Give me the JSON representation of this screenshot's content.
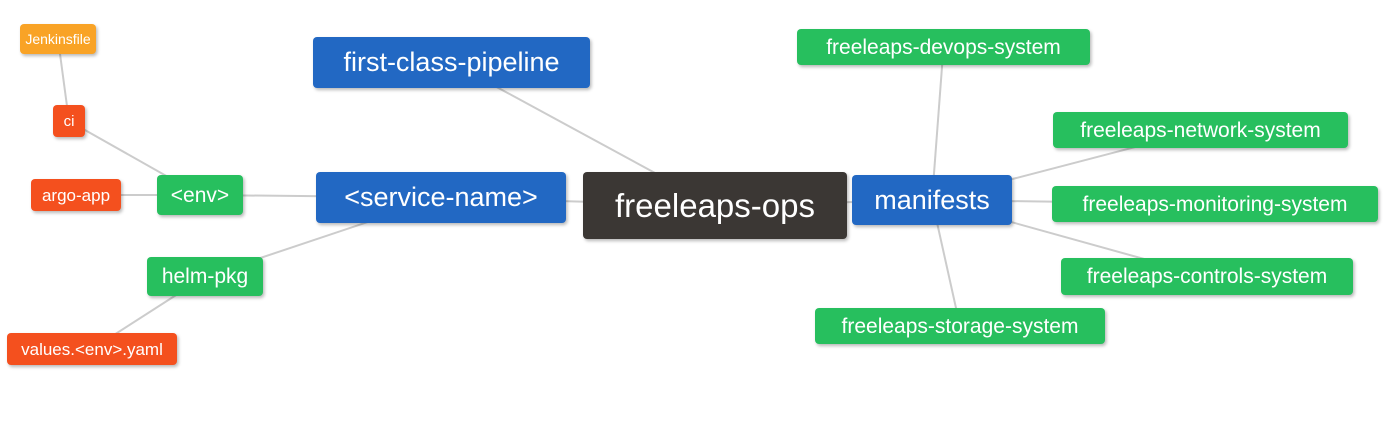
{
  "diagram": {
    "type": "mindmap",
    "root": "freeleaps-ops",
    "background_color": "#ffffff",
    "edge_color": "#cccccc",
    "text_color": "#ffffff",
    "palette": {
      "root_dark": "#3b3734",
      "branch_blue": "#2268c3",
      "leaf_green": "#27bf5e",
      "leaf_red": "#f4501e",
      "leaf_amber": "#f9a326"
    },
    "nodes": [
      {
        "id": "jenkinsfile",
        "label": "Jenkinsfile",
        "color": "leaf_amber"
      },
      {
        "id": "ci",
        "label": "ci",
        "color": "leaf_red"
      },
      {
        "id": "argo-app",
        "label": "argo-app",
        "color": "leaf_red"
      },
      {
        "id": "env",
        "label": "<env>",
        "color": "leaf_green"
      },
      {
        "id": "helm-pkg",
        "label": "helm-pkg",
        "color": "leaf_green"
      },
      {
        "id": "values-env-yaml",
        "label": "values.<env>.yaml",
        "color": "leaf_red"
      },
      {
        "id": "first-class-pipeline",
        "label": "first-class-pipeline",
        "color": "branch_blue"
      },
      {
        "id": "service-name",
        "label": "<service-name>",
        "color": "branch_blue"
      },
      {
        "id": "freeleaps-ops",
        "label": "freeleaps-ops",
        "color": "root_dark"
      },
      {
        "id": "manifests",
        "label": "manifests",
        "color": "branch_blue"
      },
      {
        "id": "freeleaps-devops-system",
        "label": "freeleaps-devops-system",
        "color": "leaf_green"
      },
      {
        "id": "freeleaps-network-system",
        "label": "freeleaps-network-system",
        "color": "leaf_green"
      },
      {
        "id": "freeleaps-monitoring-system",
        "label": "freeleaps-monitoring-system",
        "color": "leaf_green"
      },
      {
        "id": "freeleaps-controls-system",
        "label": "freeleaps-controls-system",
        "color": "leaf_green"
      },
      {
        "id": "freeleaps-storage-system",
        "label": "freeleaps-storage-system",
        "color": "leaf_green"
      }
    ],
    "edges": [
      [
        "jenkinsfile",
        "ci"
      ],
      [
        "ci",
        "env"
      ],
      [
        "argo-app",
        "env"
      ],
      [
        "env",
        "service-name"
      ],
      [
        "helm-pkg",
        "service-name"
      ],
      [
        "values-env-yaml",
        "helm-pkg"
      ],
      [
        "first-class-pipeline",
        "freeleaps-ops"
      ],
      [
        "service-name",
        "freeleaps-ops"
      ],
      [
        "freeleaps-ops",
        "manifests"
      ],
      [
        "manifests",
        "freeleaps-devops-system"
      ],
      [
        "manifests",
        "freeleaps-network-system"
      ],
      [
        "manifests",
        "freeleaps-monitoring-system"
      ],
      [
        "manifests",
        "freeleaps-controls-system"
      ],
      [
        "manifests",
        "freeleaps-storage-system"
      ]
    ]
  }
}
